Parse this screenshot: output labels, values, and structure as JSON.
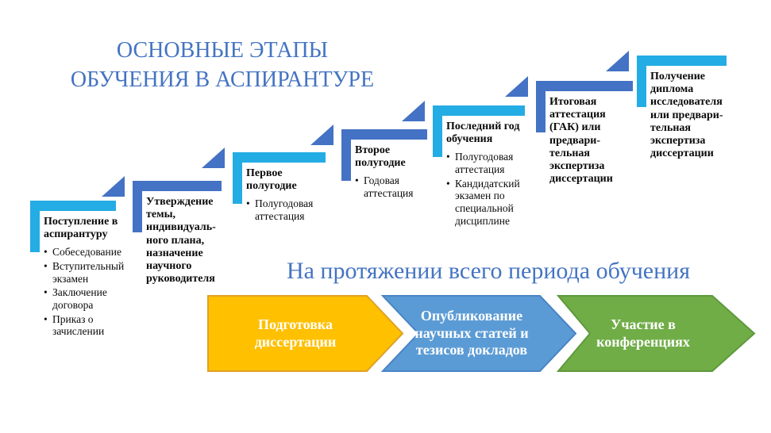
{
  "slide_title": {
    "line1": "ОСНОВНЫЕ ЭТАПЫ",
    "line2": "ОБУЧЕНИЯ В АСПИРАНТУРЕ"
  },
  "section_heading": "На протяжении всего периода обучения",
  "icons": {
    "bullet": "•"
  },
  "colors": {
    "heading_text": "#4474C2",
    "accent_cyan": "#24ACE4",
    "accent_blue": "#4472C4",
    "step_text": "#0a0a0a",
    "arrow_yellow": "#FFC000",
    "arrow_blue": "#5B9BD5",
    "arrow_green": "#70AD47"
  },
  "steps": [
    {
      "title": "Поступление в аспирантуру",
      "color": "#24ACE4",
      "bullets": [
        "Собеседование",
        "Вступительный экзамен",
        "Заключение договора",
        "Приказ о зачислении"
      ]
    },
    {
      "title": "Утверждение темы, индивидуаль-ного плана, назначение научного руководителя",
      "color": "#4472C4",
      "bullets": []
    },
    {
      "title": "Первое полугодие",
      "color": "#24ACE4",
      "bullets": [
        "Полугодовая аттестация"
      ]
    },
    {
      "title": "Второе полугодие",
      "color": "#4472C4",
      "bullets": [
        "Годовая аттестация"
      ]
    },
    {
      "title": "Последний год обучения",
      "color": "#24ACE4",
      "bullets": [
        "Полугодовая аттестация",
        "Кандидатский экзамен по специальной дисциплине"
      ]
    },
    {
      "title": "Итоговая аттестация (ГАК) или предвари-тельная экспертиза диссертации",
      "color": "#4472C4",
      "bullets": []
    },
    {
      "title": "Получение диплома исследователя или предвари-тельная экспертиза диссертации",
      "color": "#24ACE4",
      "bullets": []
    }
  ],
  "arrows": [
    {
      "label": "Подготовка диссертации",
      "fill": "#FFC000",
      "stroke": "#DFA226"
    },
    {
      "label": "Опубликование научных статей и тезисов докладов",
      "fill": "#5B9BD5",
      "stroke": "#4A84C4"
    },
    {
      "label": "Участие в конференциях",
      "fill": "#70AD47",
      "stroke": "#5E9A3C"
    }
  ]
}
